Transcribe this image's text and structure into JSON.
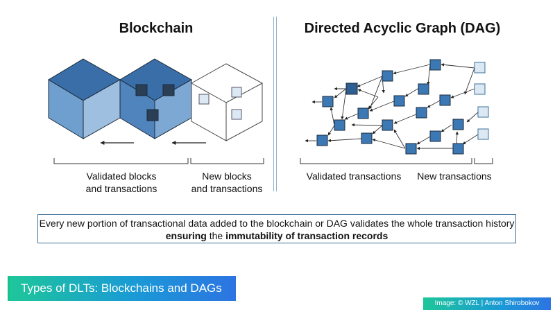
{
  "blockchain": {
    "title": "Blockchain",
    "label_validated": [
      "Validated blocks",
      "and transactions"
    ],
    "label_new": [
      "New blocks",
      "and transactions"
    ]
  },
  "dag": {
    "title": "Directed Acyclic Graph (DAG)",
    "label_validated": "Validated transactions",
    "label_new": "New transactions"
  },
  "note": {
    "text_part1": "Every new portion of transactional data added to the blockchain or DAG validates the whole transaction history ",
    "bold1": "ensuring",
    "text_part2": " the ",
    "bold2": "immutability of transaction records"
  },
  "banner": {
    "title": "Types of DLTs: Blockchains and DAGs"
  },
  "credit": {
    "text": "Image: © WZL | Anton Shirobokov"
  },
  "colors": {
    "validated_fill": "#3b78b4",
    "new_fill": "#dce9f5",
    "stroke": "#1b2a3a",
    "divider": "#8fb3cc"
  }
}
